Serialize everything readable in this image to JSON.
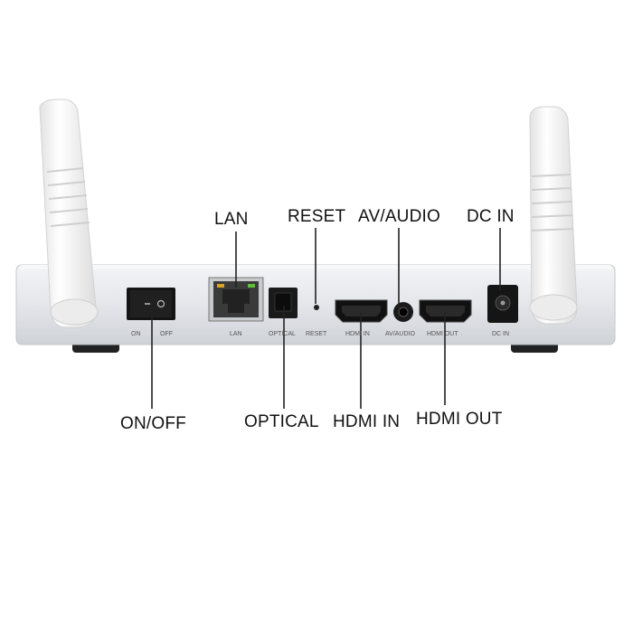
{
  "callouts": {
    "lan": "LAN",
    "reset": "RESET",
    "av_audio": "AV/AUDIO",
    "dc_in": "DC IN",
    "on_off": "ON/OFF",
    "optical": "OPTICAL",
    "hdmi_in": "HDMI IN",
    "hdmi_out": "HDMI OUT"
  },
  "panel_labels": {
    "on": "ON",
    "off": "OFF",
    "lan": "LAN",
    "optical": "OPTICAL",
    "reset": "RESET",
    "hdmi_in": "HDMI IN",
    "av_audio": "AV/AUDIO",
    "hdmi_out": "HDMI OUT",
    "dc_in": "DC IN"
  },
  "colors": {
    "background": "#ffffff",
    "chassis": "#e6e8ec",
    "antenna": "#f4f4f4",
    "port_black": "#1a1a1a",
    "lan_led_green": "#5fbf3a",
    "lan_led_amber": "#d9a420",
    "callout_line": "#222222"
  }
}
